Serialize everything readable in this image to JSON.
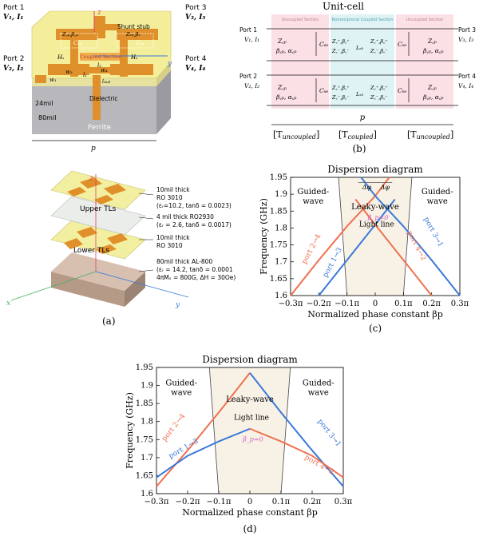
{
  "panel_a_top": {
    "ports": [
      {
        "name": "Port 1",
        "vi": "V₁, I₁"
      },
      {
        "name": "Port 3",
        "vi": "V₃, I₃"
      },
      {
        "name": "Port 2",
        "vi": "V₂, I₂"
      },
      {
        "name": "Port 4",
        "vi": "V₄, I₄"
      }
    ],
    "labels": {
      "z_axis": "z",
      "y_axis": "y",
      "shunt_stub": "Shunt stub",
      "coupled_section": "Coupled Section",
      "zcp_beta": "Z꜀ₚ,β꜀ₚ",
      "zep_beta": "Zₑₚ,βₑ",
      "cse_left": "Cₛₑ",
      "cse_right": "Cₛₑ",
      "hs_left": "Hₛ",
      "hs_right": "Hₛ",
      "l2": "l₂",
      "l1": "l₁",
      "w1": "w₁",
      "w3": "w₃",
      "w4": "w₄",
      "lstub": "lₛₜᵤᵦ",
      "dielectric": "Dielectric",
      "mil24": "24mil",
      "mil80": "80mil",
      "ferrite": "Ferrite",
      "p": "p"
    }
  },
  "panel_a_bottom": {
    "caption": "(a)",
    "upper_tls": "Upper TLs",
    "lower_tls": "Lower TLs",
    "z_axis": "z",
    "x_axis": "x",
    "y_axis": "y",
    "layers": [
      {
        "l1": "10mil thick",
        "l2": "RO 3010",
        "l3": "(εᵣ=10.2, tanδ = 0.0023)"
      },
      {
        "l1": "4 mil thick RO2930",
        "l2": "(εᵣ = 2.6, tanδ = 0.0017)",
        "l3": ""
      },
      {
        "l1": "10mil thick",
        "l2": "RO 3010",
        "l3": ""
      },
      {
        "l1": "80mil thick AL-800",
        "l2": "(εᵣ = 14.2, tanδ = 0.0001",
        "l3": "4πMₛ = 800G, ΔH = 30Oe)"
      }
    ]
  },
  "panel_b": {
    "title": "Unit-cell",
    "caption": "(b)",
    "section_uncoupled": "Uncoupled Section",
    "section_coupled": "Nonreciprocal Coupled Section",
    "port1": "Port 1",
    "port1_vi": "V₁, I₁",
    "port2": "Port 2",
    "port2_vi": "V₂, I₂",
    "port3": "Port 3",
    "port3_vi": "V₃, I₃",
    "port4": "Port 4",
    "port4_vi": "V₄, I₄",
    "zcp": "Z꜀ₚ",
    "beta_alpha": "β꜀ₚ, α꜀ₚ",
    "cse": "Cₛₑ",
    "lsh": "Lₛₕ",
    "zc_plus": "Z꜀⁺,β꜀⁺",
    "zc_minus": "Z꜀⁻,β꜀⁻",
    "p": "p",
    "t_left": "[T",
    "t_left_sub": "uncoupled",
    "t_mid": "[T",
    "t_mid_sub": "coupled",
    "t_right": "[T",
    "t_right_sub": "uncoupled"
  },
  "chart_data": [
    {
      "type": "line",
      "panel": "c",
      "title": "Dispersion diagram",
      "xlabel": "Normalized phase constant βp",
      "ylabel": "Frequency (GHz)",
      "xlim": [
        -0.3,
        0.3
      ],
      "ylim": [
        1.6,
        1.95
      ],
      "xtick_labels": [
        "−0.3π",
        "−0.2π",
        "−0.1π",
        "0",
        "0.1π",
        "0.2π",
        "0.3π"
      ],
      "ytick_labels": [
        "1.6",
        "1.65",
        "1.7",
        "1.75",
        "1.8",
        "1.85",
        "1.9",
        "1.95"
      ],
      "grid": false,
      "annotations": {
        "guided_left": "Guided-\nwave",
        "guided_right": "Guided-\nwave",
        "leaky": "Leaky-wave",
        "light_line": "Light line",
        "delta_phi": "Δφ",
        "beta_p0": "β_p=0",
        "caption": "(c)"
      },
      "series": [
        {
          "name": "port 2→4",
          "color": "#f07050",
          "x": [
            -0.3,
            -0.2,
            -0.1,
            0,
            0.05
          ],
          "y": [
            1.6,
            1.705,
            1.805,
            1.895,
            1.95
          ]
        },
        {
          "name": "port 1→3",
          "color": "#3a78d8",
          "x": [
            -0.2,
            -0.1,
            0,
            0.07
          ],
          "y": [
            1.6,
            1.705,
            1.81,
            1.885
          ]
        },
        {
          "name": "port 3→1",
          "color": "#3a78d8",
          "x": [
            -0.05,
            0,
            0.1,
            0.2,
            0.3
          ],
          "y": [
            1.95,
            1.895,
            1.805,
            1.705,
            1.6
          ]
        },
        {
          "name": "port 4→2",
          "color": "#f07050",
          "x": [
            -0.07,
            0,
            0.1,
            0.2
          ],
          "y": [
            1.885,
            1.81,
            1.705,
            1.6
          ]
        }
      ]
    },
    {
      "type": "line",
      "panel": "d",
      "title": "Dispersion diagram",
      "xlabel": "Normalized phase constant βp",
      "ylabel": "Frequency (GHz)",
      "xlim": [
        -0.3,
        0.3
      ],
      "ylim": [
        1.6,
        1.95
      ],
      "xtick_labels": [
        "−0.3π",
        "−0.2π",
        "−0.1π",
        "0",
        "0.1π",
        "0.2π",
        "0.3π"
      ],
      "ytick_labels": [
        "1.6",
        "1.65",
        "1.7",
        "1.75",
        "1.8",
        "1.85",
        "1.9",
        "1.95"
      ],
      "grid": false,
      "annotations": {
        "guided_left": "Guided-\nwave",
        "guided_right": "Guided-\nwave",
        "leaky": "Leaky-wave",
        "light_line": "Light line",
        "beta_p0": "β_p=0",
        "caption": "(d)"
      },
      "series": [
        {
          "name": "port 2→4",
          "color": "#f07050",
          "x": [
            -0.3,
            -0.2,
            -0.1,
            0
          ],
          "y": [
            1.62,
            1.72,
            1.825,
            1.935
          ]
        },
        {
          "name": "port 1→3",
          "color": "#3a78d8",
          "x": [
            -0.3,
            -0.2,
            -0.1,
            0
          ],
          "y": [
            1.645,
            1.705,
            1.745,
            1.78
          ]
        },
        {
          "name": "port 3→1",
          "color": "#3a78d8",
          "x": [
            0,
            0.1,
            0.2,
            0.3
          ],
          "y": [
            1.935,
            1.825,
            1.72,
            1.62
          ]
        },
        {
          "name": "port 4→2",
          "color": "#f07050",
          "x": [
            0,
            0.1,
            0.2,
            0.3
          ],
          "y": [
            1.78,
            1.745,
            1.705,
            1.645
          ]
        }
      ]
    }
  ]
}
